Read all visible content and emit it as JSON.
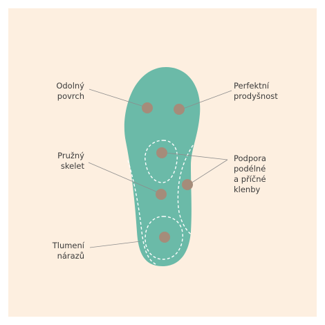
{
  "colors": {
    "background": "#fdefe0",
    "frame": "#ffffff",
    "insole": "#6bbaa8",
    "dashed_line": "#ffffff",
    "point": "#a58c7a",
    "leader_line": "#8c8c8c",
    "text": "#3a3a3a"
  },
  "labels": {
    "odolny_povrch": [
      "Odolný",
      "povrch"
    ],
    "perfektni_prodysnost": [
      "Perfektní",
      "prodyšnost"
    ],
    "pruzny_skelet": [
      "Pružný",
      "skelet"
    ],
    "podpora": [
      "Podpora",
      "podélné",
      "a příčné",
      "klenby"
    ],
    "tlumeni_narazu": [
      "Tlumení",
      "nárazů"
    ]
  }
}
